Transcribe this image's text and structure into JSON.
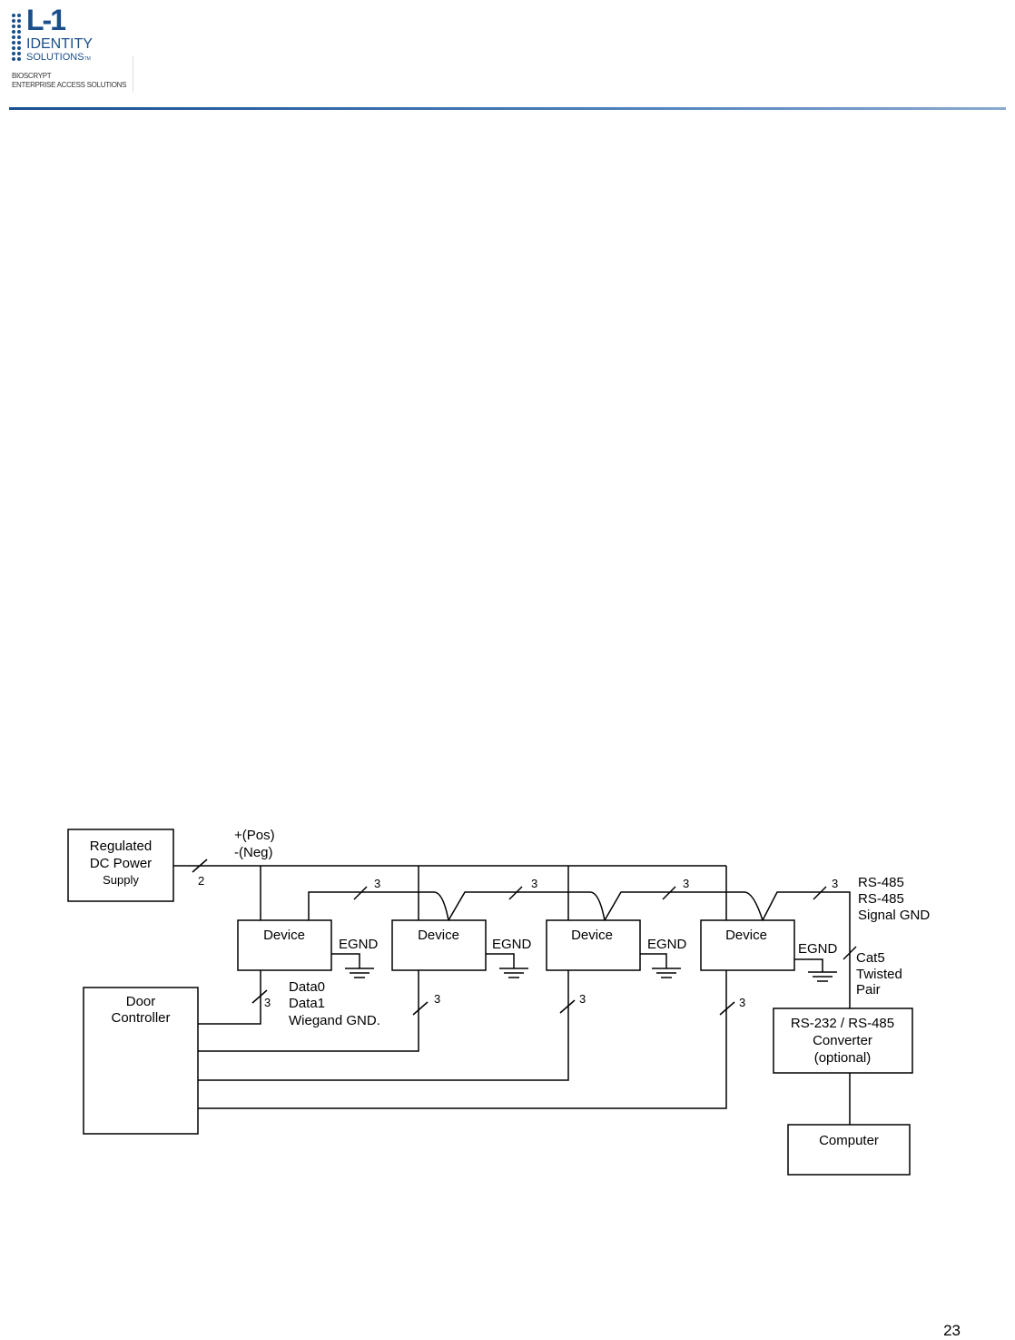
{
  "header": {
    "logo_main": "L-1",
    "logo_identity": "IDENTITY",
    "logo_solutions": "SOLUTIONS",
    "logo_tm": "TM",
    "sub_line1": "BIOSCRYPT",
    "sub_line2": "ENTERPRISE ACCESS SOLUTIONS",
    "brand_color": "#1a4f8c"
  },
  "diagram": {
    "power_supply": [
      "Regulated",
      "DC Power",
      "Supply"
    ],
    "power_pos": "+(Pos)",
    "power_neg": "-(Neg)",
    "power_wires": "2",
    "devices": [
      "Device",
      "Device",
      "Device",
      "Device"
    ],
    "egnd": [
      "EGND",
      "EGND",
      "EGND",
      "EGND"
    ],
    "bus_wires": [
      "3",
      "3",
      "3",
      "3"
    ],
    "rs485_labels": [
      "RS-485",
      "RS-485",
      "Signal GND"
    ],
    "cat5_labels": [
      "Cat5",
      "Twisted",
      "Pair"
    ],
    "door_controller": [
      "Door",
      "Controller"
    ],
    "wiegand_labels": [
      "Data0",
      "Data1",
      "Wiegand GND."
    ],
    "wiegand_wires": [
      "3",
      "3",
      "3",
      "3"
    ],
    "converter": [
      "RS-232 / RS-485",
      "Converter",
      "(optional)"
    ],
    "computer": "Computer"
  },
  "page_number": "23"
}
